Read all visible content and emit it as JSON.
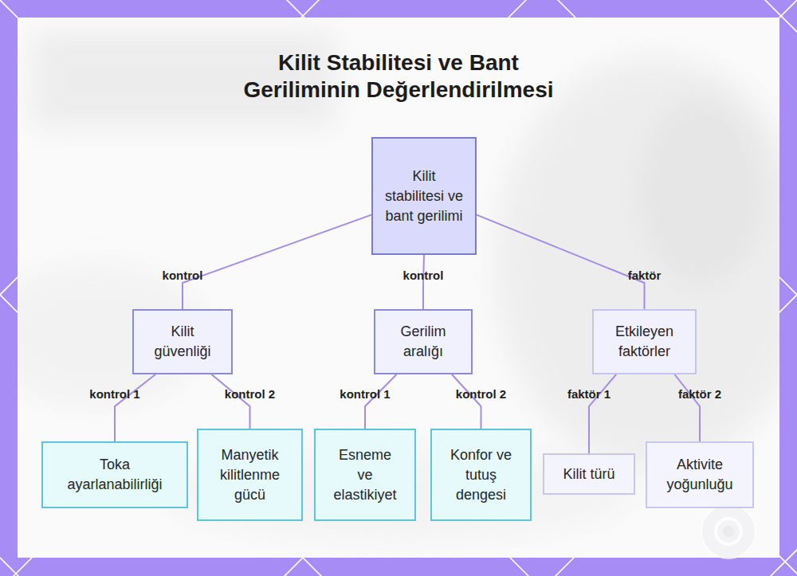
{
  "diagram": {
    "title": "Kilit Stabilitesi ve Bant Geriliminin Değerlendirilmesi",
    "nodes": [
      {
        "text": [
          "Kilit stabilitesi ve bant gerilimi"
        ]
      },
      {
        "text": [
          "Kilit güvenliği"
        ]
      },
      {
        "text": [
          "Gerilim aralığı"
        ]
      },
      {
        "text": [
          "Etkileyen faktörler"
        ]
      },
      {
        "text": [
          "Toka ayarlanabilirliği"
        ]
      },
      {
        "text": [
          "Manyetik kilitlenme gücü"
        ]
      },
      {
        "text": [
          "Esneme ve elastikiyet"
        ]
      },
      {
        "text": [
          "Konfor ve tutuş dengesi"
        ]
      },
      {
        "text": [
          "Kilit türü"
        ]
      },
      {
        "text": [
          "Aktivite yoğunluğu"
        ]
      }
    ],
    "edges": [
      {
        "from": 0,
        "to": 1,
        "label": "kontrol",
        "arrow": "none"
      },
      {
        "from": 0,
        "to": 2,
        "label": "kontrol",
        "arrow": "none"
      },
      {
        "from": 0,
        "to": 3,
        "label": "faktör",
        "arrow": "none"
      },
      {
        "from": 1,
        "to": 4,
        "label": "kontrol 1",
        "arrow": "none"
      },
      {
        "from": 1,
        "to": 5,
        "label": "kontrol 2",
        "arrow": "none"
      },
      {
        "from": 2,
        "to": 6,
        "label": "kontrol 1",
        "arrow": "none"
      },
      {
        "from": 2,
        "to": 7,
        "label": "kontrol 2",
        "arrow": "none"
      },
      {
        "from": 3,
        "to": 8,
        "label": "faktör 1",
        "arrow": "none"
      },
      {
        "from": 3,
        "to": 9,
        "label": "faktör 2",
        "arrow": "none"
      }
    ]
  }
}
